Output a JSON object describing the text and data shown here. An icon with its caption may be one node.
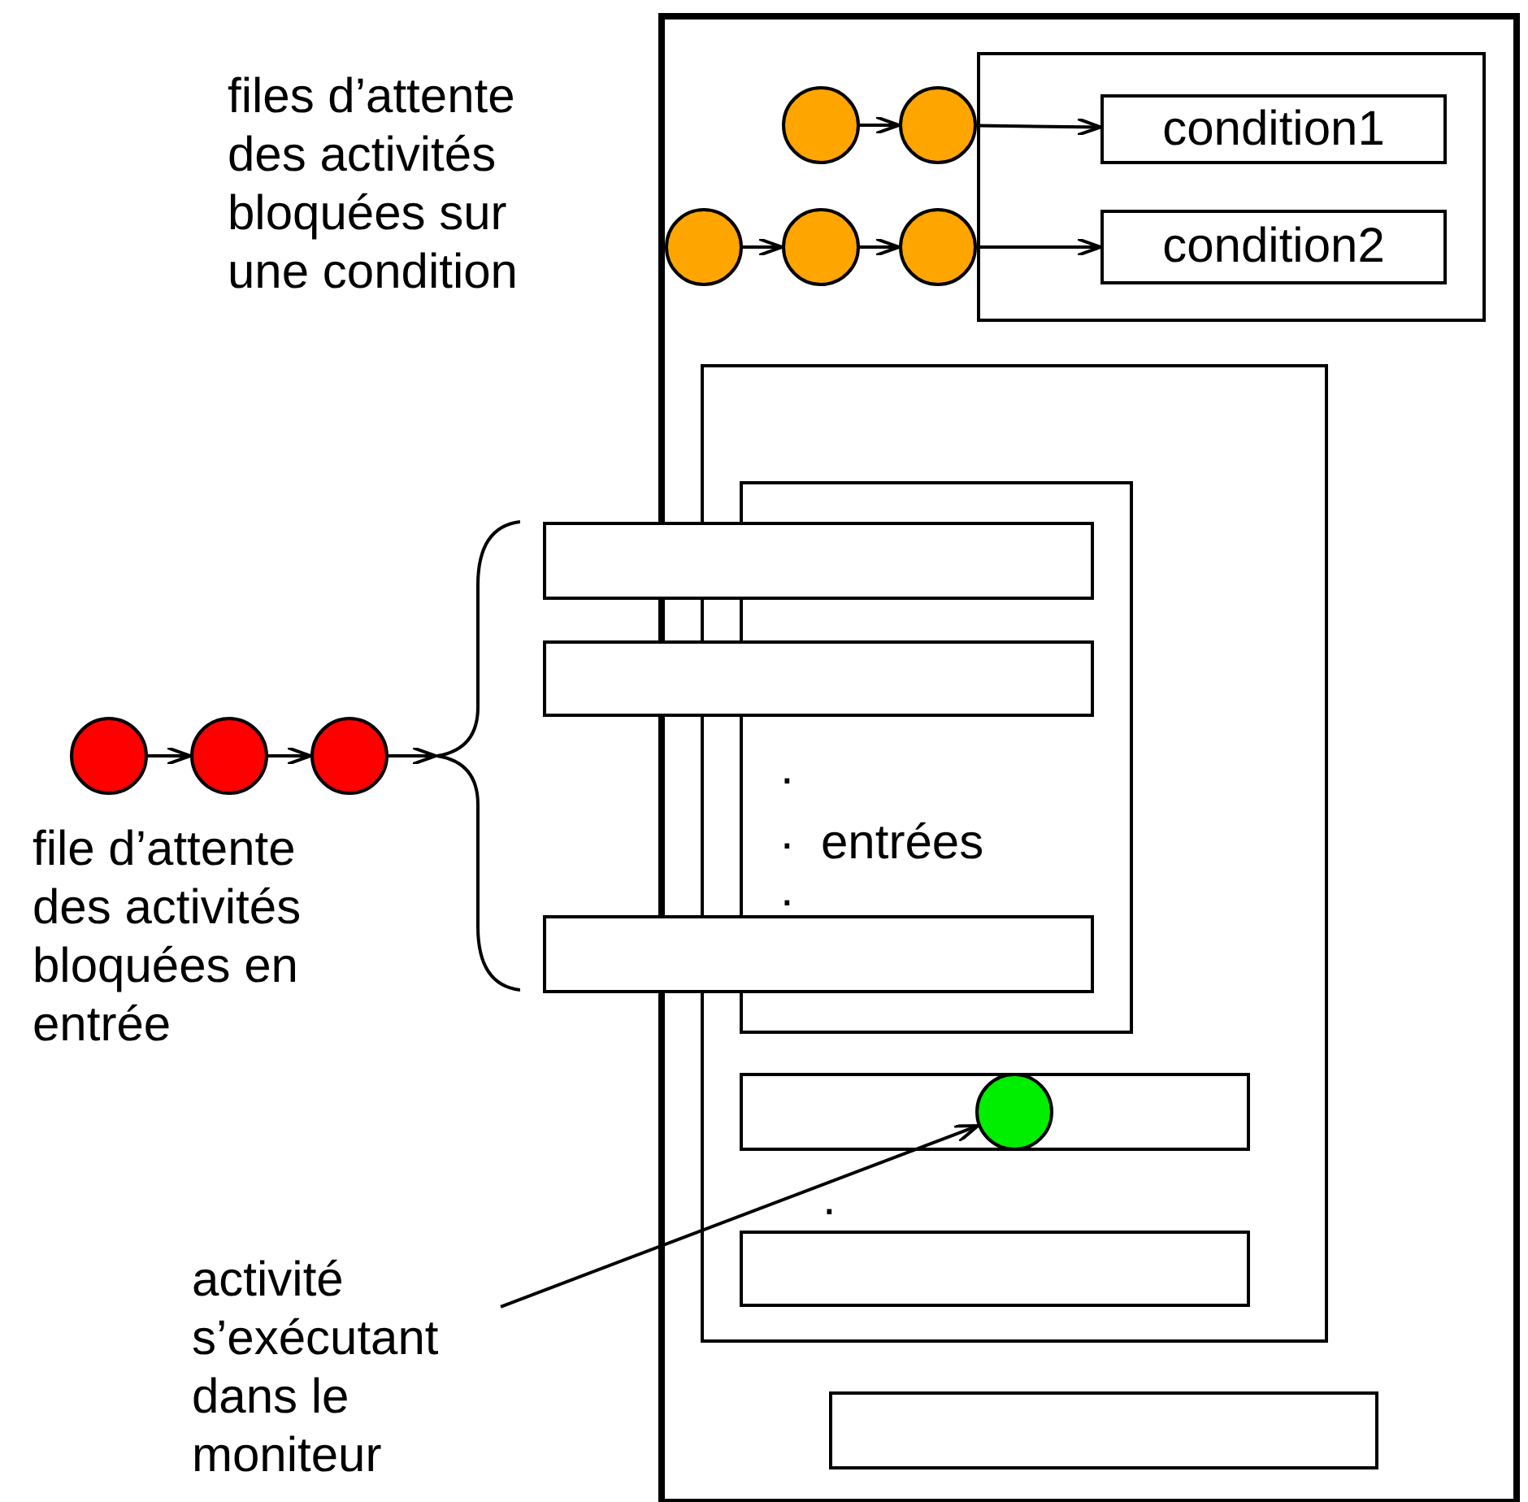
{
  "diagram": {
    "nodes": [
      {
        "text": [],
        "shape": "box"
      },
      {
        "text": [],
        "shape": "box",
        "in": 0
      },
      {
        "text": [
          "condition1"
        ],
        "in": 1
      },
      {
        "text": [
          "condition2"
        ],
        "in": 1
      },
      {
        "text": [],
        "shape": "circle",
        "in": 0
      },
      {
        "text": [],
        "shape": "circle",
        "in": 0
      },
      {
        "text": [],
        "shape": "circle",
        "in": 0
      },
      {
        "text": [],
        "shape": "circle",
        "in": 0
      },
      {
        "text": [],
        "shape": "circle",
        "in": 0
      },
      {
        "text": [],
        "shape": "box",
        "in": 0
      },
      {
        "text": [
          "entrées"
        ],
        "in": 9
      },
      {
        "text": [],
        "shape": "bar"
      },
      {
        "text": [],
        "shape": "bar"
      },
      {
        "text": [],
        "shape": "bar"
      },
      {
        "text": [],
        "shape": "bar",
        "in": 9
      },
      {
        "text": [],
        "shape": "circle",
        "in": 14
      },
      {
        "text": [],
        "shape": "bar",
        "in": 9
      },
      {
        "text": [],
        "shape": "bar",
        "in": 0
      },
      {
        "text": [],
        "shape": "circle"
      },
      {
        "text": [],
        "shape": "circle"
      },
      {
        "text": [],
        "shape": "circle"
      },
      {
        "text": [],
        "shape": "brace"
      },
      {
        "text": [
          "activité s’exécutant dans le moniteur"
        ]
      }
    ],
    "edges": [
      {
        "from": 4,
        "to": 5,
        "arrow": "to"
      },
      {
        "from": 5,
        "to": 2,
        "arrow": "to"
      },
      {
        "from": 6,
        "to": 7,
        "arrow": "to"
      },
      {
        "from": 7,
        "to": 8,
        "arrow": "to"
      },
      {
        "from": 8,
        "to": 3,
        "arrow": "to"
      },
      {
        "from": 18,
        "to": 19,
        "arrow": "to"
      },
      {
        "from": 19,
        "to": 20,
        "arrow": "to"
      },
      {
        "from": 20,
        "to": 21,
        "arrow": "to"
      },
      {
        "from": 22,
        "to": 15,
        "arrow": "to"
      }
    ],
    "labels": [
      "files d’attente des activités bloquées sur une condition",
      "file d’attente des activités bloquées en entrée",
      ".",
      ".",
      ".",
      "."
    ]
  }
}
